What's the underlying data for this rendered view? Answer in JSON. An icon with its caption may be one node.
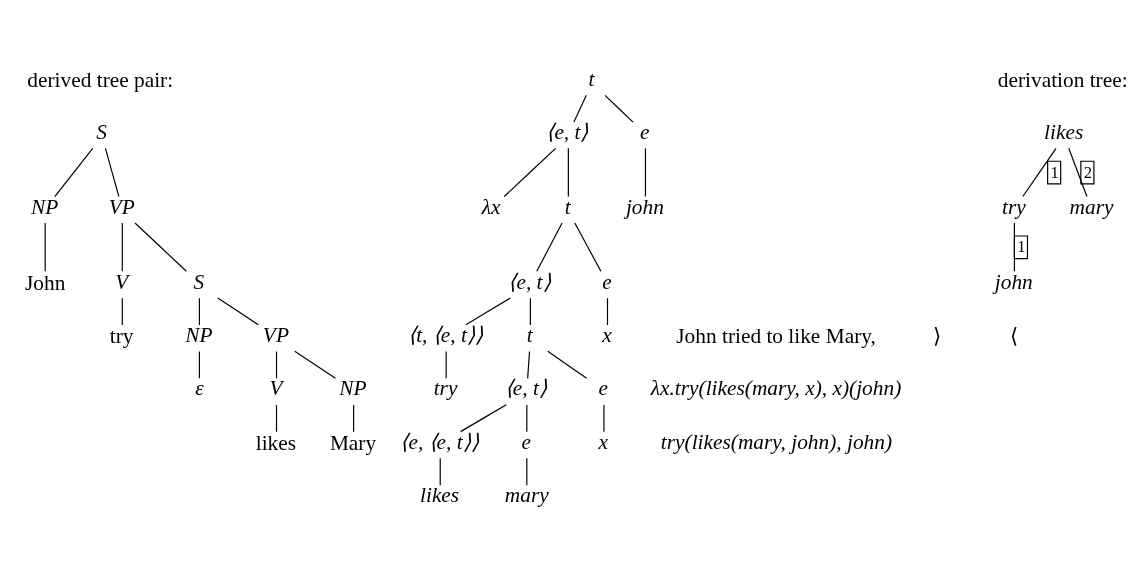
{
  "diagram": {
    "nodes": [
      {
        "text": [
          "S"
        ]
      },
      {
        "text": [
          "NP"
        ]
      },
      {
        "text": [
          "VP"
        ]
      },
      {
        "text": [
          "John"
        ]
      },
      {
        "text": [
          "V"
        ]
      },
      {
        "text": [
          "S"
        ]
      },
      {
        "text": [
          "try"
        ]
      },
      {
        "text": [
          "NP"
        ]
      },
      {
        "text": [
          "VP"
        ]
      },
      {
        "text": [
          "ε"
        ]
      },
      {
        "text": [
          "V"
        ]
      },
      {
        "text": [
          "NP"
        ]
      },
      {
        "text": [
          "likes"
        ]
      },
      {
        "text": [
          "Mary"
        ]
      },
      {
        "text": [
          "t"
        ]
      },
      {
        "text": [
          "⟨e, t⟩"
        ]
      },
      {
        "text": [
          "e"
        ]
      },
      {
        "text": [
          "λx"
        ]
      },
      {
        "text": [
          "t"
        ]
      },
      {
        "text": [
          "john"
        ]
      },
      {
        "text": [
          "⟨e, t⟩"
        ]
      },
      {
        "text": [
          "e"
        ]
      },
      {
        "text": [
          "⟨t, ⟨e, t⟩⟩"
        ]
      },
      {
        "text": [
          "t"
        ]
      },
      {
        "text": [
          "x"
        ]
      },
      {
        "text": [
          "try"
        ]
      },
      {
        "text": [
          "⟨e, t⟩"
        ]
      },
      {
        "text": [
          "e"
        ]
      },
      {
        "text": [
          "⟨e, ⟨e, t⟩⟩"
        ]
      },
      {
        "text": [
          "e"
        ]
      },
      {
        "text": [
          "x"
        ]
      },
      {
        "text": [
          "likes"
        ]
      },
      {
        "text": [
          "mary"
        ]
      },
      {
        "text": [
          "likes"
        ]
      },
      {
        "text": [
          "try"
        ]
      },
      {
        "text": [
          "mary"
        ]
      },
      {
        "text": [
          "john"
        ]
      }
    ],
    "edges": [
      {
        "from": 0,
        "to": 1,
        "arrow": "none"
      },
      {
        "from": 0,
        "to": 2,
        "arrow": "none"
      },
      {
        "from": 1,
        "to": 3,
        "arrow": "none"
      },
      {
        "from": 2,
        "to": 4,
        "arrow": "none"
      },
      {
        "from": 2,
        "to": 5,
        "arrow": "none"
      },
      {
        "from": 4,
        "to": 6,
        "arrow": "none"
      },
      {
        "from": 5,
        "to": 7,
        "arrow": "none"
      },
      {
        "from": 5,
        "to": 8,
        "arrow": "none"
      },
      {
        "from": 7,
        "to": 9,
        "arrow": "none"
      },
      {
        "from": 8,
        "to": 10,
        "arrow": "none"
      },
      {
        "from": 8,
        "to": 11,
        "arrow": "none"
      },
      {
        "from": 10,
        "to": 12,
        "arrow": "none"
      },
      {
        "from": 11,
        "to": 13,
        "arrow": "none"
      },
      {
        "from": 14,
        "to": 15,
        "arrow": "none"
      },
      {
        "from": 14,
        "to": 16,
        "arrow": "none"
      },
      {
        "from": 15,
        "to": 17,
        "arrow": "none"
      },
      {
        "from": 15,
        "to": 18,
        "arrow": "none"
      },
      {
        "from": 16,
        "to": 19,
        "arrow": "none"
      },
      {
        "from": 18,
        "to": 20,
        "arrow": "none"
      },
      {
        "from": 18,
        "to": 21,
        "arrow": "none"
      },
      {
        "from": 20,
        "to": 22,
        "arrow": "none"
      },
      {
        "from": 20,
        "to": 23,
        "arrow": "none"
      },
      {
        "from": 21,
        "to": 24,
        "arrow": "none"
      },
      {
        "from": 22,
        "to": 25,
        "arrow": "none"
      },
      {
        "from": 23,
        "to": 26,
        "arrow": "none"
      },
      {
        "from": 23,
        "to": 27,
        "arrow": "none"
      },
      {
        "from": 26,
        "to": 28,
        "arrow": "none"
      },
      {
        "from": 26,
        "to": 29,
        "arrow": "none"
      },
      {
        "from": 27,
        "to": 30,
        "arrow": "none"
      },
      {
        "from": 28,
        "to": 31,
        "arrow": "none"
      },
      {
        "from": 29,
        "to": 32,
        "arrow": "none"
      },
      {
        "from": 33,
        "to": 34,
        "arrow": "none",
        "label": "1"
      },
      {
        "from": 33,
        "to": 35,
        "arrow": "none",
        "label": "2"
      },
      {
        "from": 34,
        "to": 36,
        "arrow": "none",
        "label": "1"
      }
    ],
    "labels": [
      "derived tree pair:",
      "derivation tree:",
      "⟨",
      "John tried to like Mary,",
      "λx.try(likes(mary, x), x)(john)",
      "try(likes(mary, john), john)",
      "⟩"
    ]
  }
}
